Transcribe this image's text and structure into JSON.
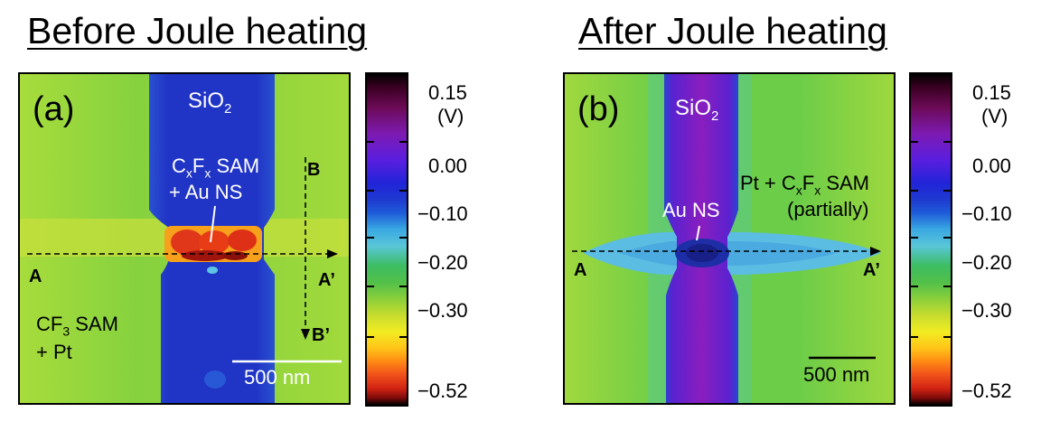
{
  "titles": {
    "left": "Before Joule heating",
    "right": "After Joule heating"
  },
  "panel_a": {
    "label": "(a)",
    "sio2": "SiO",
    "sio2_sub": "2",
    "cxfx_line1_c": "C",
    "cxfx_line1_x1": "x",
    "cxfx_line1_f": "F",
    "cxfx_line1_x2": "x",
    "cxfx_line1_rest": " SAM",
    "cxfx_line2": "+ Au NS",
    "cf3_line1": "CF",
    "cf3_sub": "3",
    "cf3_rest": " SAM",
    "cf3_line2": "+ Pt",
    "a": "A",
    "a_prime": "A’",
    "b": "B",
    "b_prime": "B’",
    "scale": "500 nm"
  },
  "panel_b": {
    "label": "(b)",
    "sio2": "SiO",
    "sio2_sub": "2",
    "au_ns": "Au NS",
    "pt_line1_pre": "Pt + C",
    "pt_x1": "x",
    "pt_f": "F",
    "pt_x2": "x",
    "pt_rest": " SAM",
    "pt_line2": "(partially)",
    "a": "A",
    "a_prime": "A’",
    "scale": "500 nm"
  },
  "colorbar": {
    "ticks": [
      "0.15",
      "0.00",
      "−0.10",
      "−0.20",
      "−0.30",
      "−0.52"
    ],
    "unit": "(V)"
  },
  "colors": {
    "green_bg": "#6ecf45",
    "sio2_a": "#2036c8",
    "sio2_b": "#7a1ec0",
    "hot_spot": "#e02a12"
  }
}
